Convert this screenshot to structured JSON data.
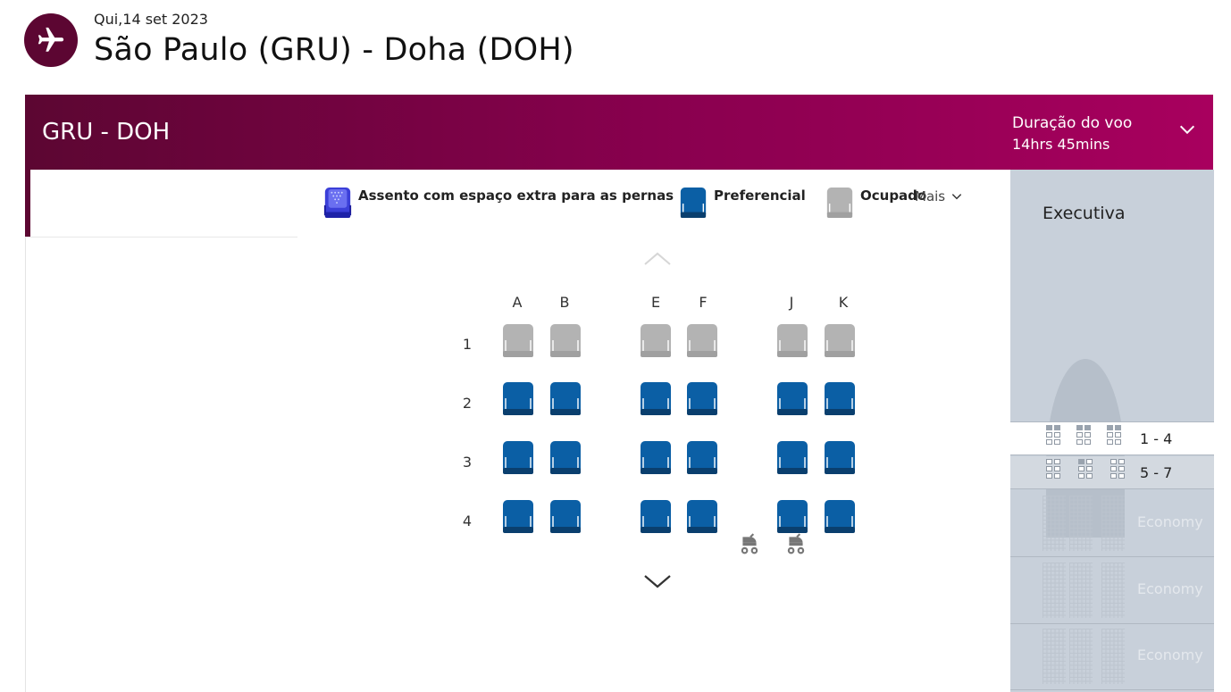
{
  "header": {
    "date": "Qui,14 set 2023",
    "route_title": "São Paulo (GRU) - Doha (DOH)",
    "icon": "airplane-icon"
  },
  "banner": {
    "leg": "GRU - DOH",
    "duration_label": "Duração do voo",
    "duration_value": "14hrs 45mins",
    "icon": "chevron-down-icon"
  },
  "legend": {
    "extra_legroom": "Assento com espaço extra para as pernas",
    "preferred": "Preferencial",
    "occupied": "Ocupado",
    "more": "Mais"
  },
  "seatmap": {
    "columns": [
      "A",
      "B",
      "E",
      "F",
      "J",
      "K"
    ],
    "rows": [
      {
        "number": "1",
        "seats": [
          "occupied",
          "occupied",
          "occupied",
          "occupied",
          "occupied",
          "occupied"
        ]
      },
      {
        "number": "2",
        "seats": [
          "preferred",
          "preferred",
          "preferred",
          "preferred",
          "preferred",
          "preferred"
        ]
      },
      {
        "number": "3",
        "seats": [
          "preferred",
          "preferred",
          "preferred",
          "preferred",
          "preferred",
          "preferred"
        ]
      },
      {
        "number": "4",
        "seats": [
          "preferred",
          "preferred",
          "preferred",
          "preferred",
          "preferred",
          "preferred"
        ]
      }
    ],
    "bassinet_icons": [
      "stroller-icon",
      "stroller-icon"
    ]
  },
  "cabin_panel": {
    "cabin_name": "Executiva",
    "sections": [
      {
        "label": "1 - 4",
        "active": true
      },
      {
        "label": "5 - 7",
        "active": false
      }
    ],
    "economy_labels": [
      "Economy",
      "Economy",
      "Economy"
    ]
  },
  "colors": {
    "brand": "#5c0632",
    "banner_end": "#a8005e",
    "preferred_seat": "#0b5fa5",
    "occupied_seat": "#b3b3b3",
    "extra_legroom_seat": "#3b3fd8",
    "panel": "#c8d0da"
  }
}
